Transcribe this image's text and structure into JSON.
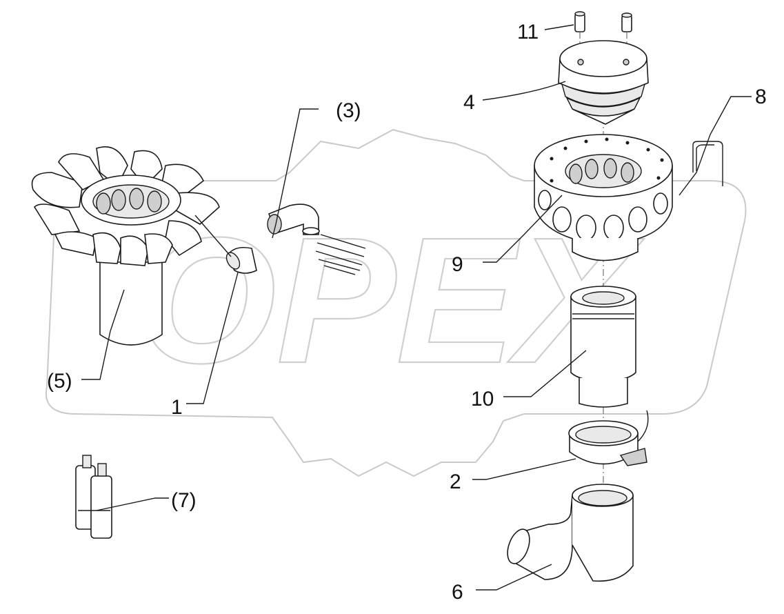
{
  "watermark": {
    "text": "OPEX"
  },
  "callouts": [
    {
      "id": "c11",
      "label": "11"
    },
    {
      "id": "c4",
      "label": "4"
    },
    {
      "id": "c8",
      "label": "8"
    },
    {
      "id": "c3",
      "label": "(3)"
    },
    {
      "id": "c9",
      "label": "9"
    },
    {
      "id": "c5",
      "label": "(5)"
    },
    {
      "id": "c1",
      "label": "1"
    },
    {
      "id": "c10",
      "label": "10"
    },
    {
      "id": "c2",
      "label": "2"
    },
    {
      "id": "c7",
      "label": "(7)"
    },
    {
      "id": "c6",
      "label": "6"
    }
  ]
}
